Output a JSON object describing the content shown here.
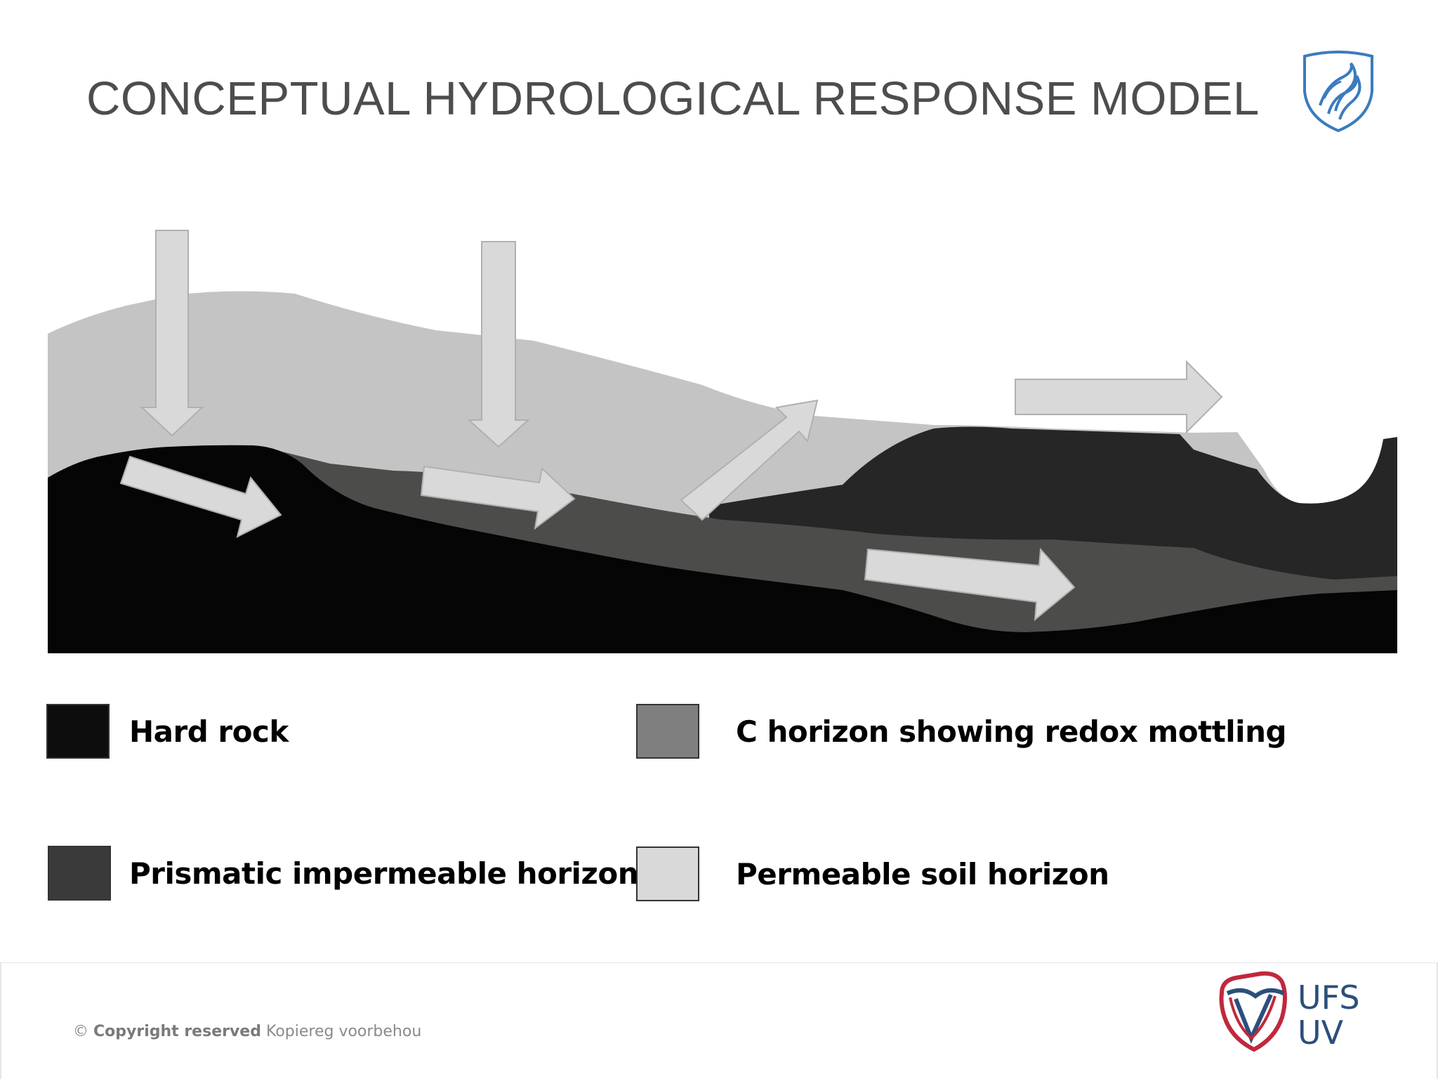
{
  "slide": {
    "title": "CONCEPTUAL HYDROLOGICAL RESPONSE MODEL"
  },
  "legend": [
    {
      "label": "Hard rock",
      "color": "#0d0d0d"
    },
    {
      "label": "C horizon showing redox mottling",
      "color": "#7f7f7f"
    },
    {
      "label": "Prismatic impermeable horizon",
      "color": "#3a3a3a"
    },
    {
      "label": "Permeable soil horizon",
      "color": "#d9d9d9"
    }
  ],
  "layers": {
    "hard_rock_color": "#050505",
    "c_horizon_color": "#4c4c4a",
    "prismatic_color": "#262626",
    "permeable_color": "#c4c4c4",
    "arrow_color": "#d9d9d9"
  },
  "footer": {
    "copyright_symbol": "©",
    "copyright_bold": "Copyright reserved",
    "copyright_rest": "Kopiereg voorbehou",
    "logo_text_top": "UFS",
    "logo_text_bottom": "UV",
    "logo_blue": "#2c4f7c",
    "logo_red": "#c0283c"
  },
  "crest_icon": "ufs-crest-icon"
}
